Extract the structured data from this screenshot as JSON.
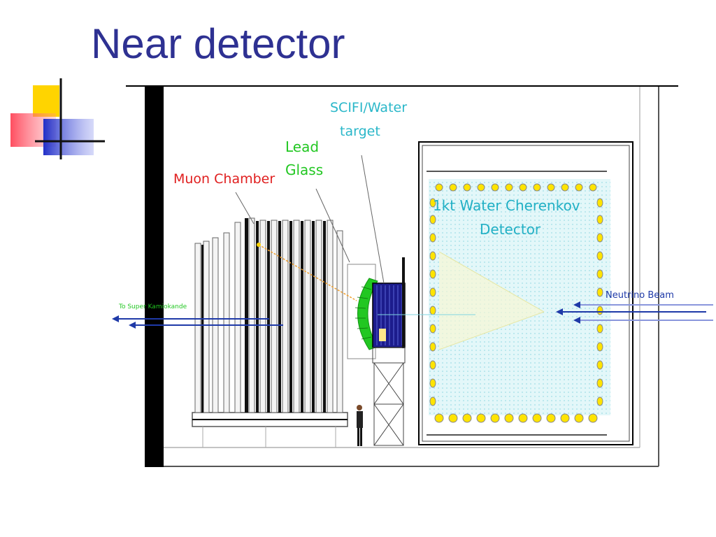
{
  "slide": {
    "title": "Near detector"
  },
  "labels": {
    "scifi_line1": "SCIFI/Water",
    "scifi_line2": "target",
    "lead_line1": "Lead",
    "lead_line2": "Glass",
    "muon_chamber": "Muon Chamber",
    "wc_line1": "1kt Water Cherenkov",
    "wc_line2": "Detector",
    "neutrino_beam": "Neutrino Beam",
    "to_super_k": "To Super Kamiokande"
  },
  "colors": {
    "title": "#2e3192",
    "scifi_label": "#2ab7c9",
    "lead_label": "#22c722",
    "muon_label": "#e01f1f",
    "wc_label": "#22b0c5",
    "beam": "#1f3aa8",
    "tank_fill": "#d9f4f7",
    "deco_yellow": "#ffd400",
    "deco_red": "#ff4a5a",
    "deco_blue": "#2a37cc"
  }
}
